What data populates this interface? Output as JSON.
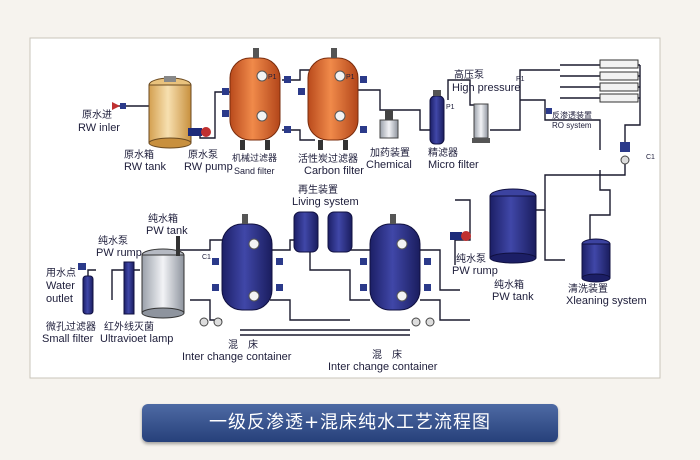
{
  "title": "一级反渗透+混床纯水工艺流程图",
  "labels": {
    "rw_inlet_cn": "原水进",
    "rw_inlet_en": "RW inler",
    "rw_tank_cn": "原水箱",
    "rw_tank_en": "RW tank",
    "rw_pump_cn": "原水泵",
    "rw_pump_en": "RW pump",
    "sand_filter_cn": "机械过滤器",
    "sand_filter_en": "Sand filter",
    "carbon_filter_cn": "活性炭过滤器",
    "carbon_filter_en": "Carbon filter",
    "chemical_cn": "加药装置",
    "chemical_en": "Chemical",
    "micro_filter_cn": "精滤器",
    "micro_filter_en": "Micro filter",
    "high_pressure_cn": "高压泵",
    "high_pressure_en": "High pressure",
    "ro_system_cn": "反渗透装置",
    "ro_system_en": "RO system",
    "living_system_cn": "再生装置",
    "living_system_en": "Living system",
    "pw_tank_top_cn": "纯水箱",
    "pw_tank_top_en": "PW tank",
    "pw_rump_left_cn": "纯水泵",
    "pw_rump_left_en": "PW rump",
    "water_outlet_cn": "用水点",
    "water_outlet_en1": "Water",
    "water_outlet_en2": "outlet",
    "small_filter_cn": "微孔过滤器",
    "small_filter_en": "Small filter",
    "uv_lamp_cn": "红外线灭菌",
    "uv_lamp_en": "Ultravioet lamp",
    "mixed_bed1_cn": "混　床",
    "mixed_bed1_en": "Inter change container",
    "mixed_bed2_cn": "混　床",
    "mixed_bed2_en": "Inter change container",
    "pw_rump_right_cn": "纯水泵",
    "pw_rump_right_en": "PW rump",
    "pw_tank_right_cn": "纯水箱",
    "pw_tank_right_en": "PW tank",
    "cleaning_cn": "清洗装置",
    "cleaning_en": "Xleaning system",
    "p1": "P1",
    "c1": "C1"
  },
  "colors": {
    "pipe": "#1a1a2e",
    "orange_tank": "#d9662a",
    "blue_tank": "#2b2f86",
    "title_bg": "#3a558f"
  }
}
